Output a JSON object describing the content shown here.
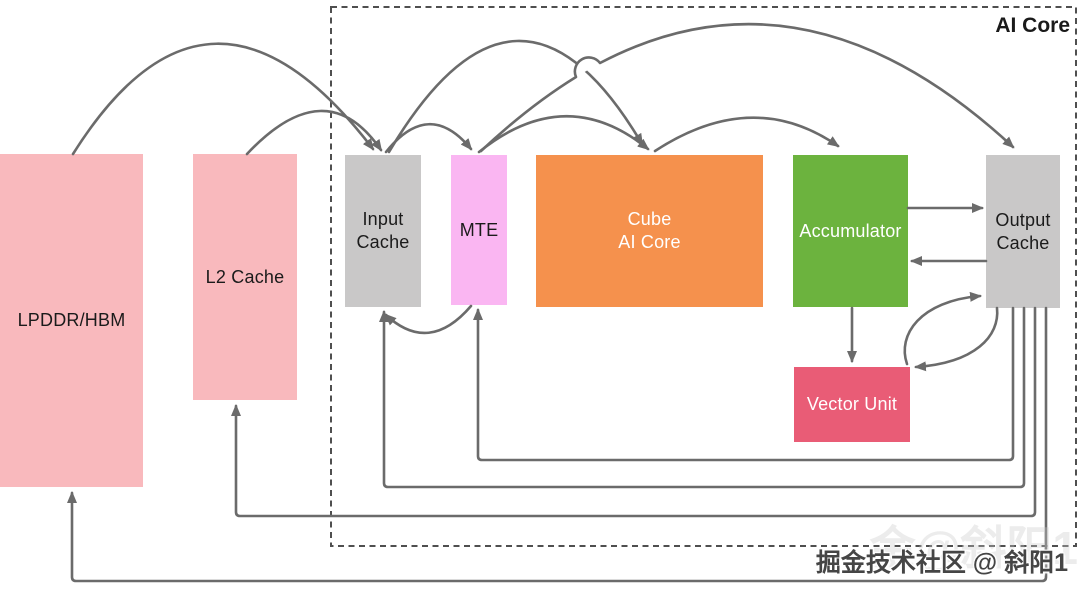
{
  "frame": {
    "label": "AI Core"
  },
  "colors": {
    "arrow": "#6b6b6b",
    "border": "#4f4f4f",
    "pink": "#f9b9bd",
    "gray": "#c9c8c8",
    "magenta": "#fab6f2",
    "orange": "#f5914d",
    "green": "#6cb33e",
    "rose": "#e95c76"
  },
  "blocks": [
    {
      "id": "lpddr-hbm",
      "lines": [
        "LPDDR/HBM"
      ],
      "color": "#f9b9bd",
      "text": "#1b1b1b"
    },
    {
      "id": "l2-cache",
      "lines": [
        "L2 Cache"
      ],
      "color": "#f9b9bd",
      "text": "#1b1b1b"
    },
    {
      "id": "input-cache",
      "lines": [
        "Input",
        "Cache"
      ],
      "color": "#c9c8c8",
      "text": "#1b1b1b"
    },
    {
      "id": "mte",
      "lines": [
        "MTE"
      ],
      "color": "#fab6f2",
      "text": "#1b1b1b"
    },
    {
      "id": "cube-ai-core",
      "lines": [
        "Cube",
        "AI Core"
      ],
      "color": "#f5914d",
      "text": "#ffffff"
    },
    {
      "id": "accumulator",
      "lines": [
        "Accumulator"
      ],
      "color": "#6cb33e",
      "text": "#ffffff"
    },
    {
      "id": "output-cache",
      "lines": [
        "Output",
        "Cache"
      ],
      "color": "#c9c8c8",
      "text": "#1b1b1b"
    },
    {
      "id": "vector-unit",
      "lines": [
        "Vector Unit"
      ],
      "color": "#e95c76",
      "text": "#ffffff"
    }
  ],
  "arrows": [
    {
      "from": "LPDDR/HBM",
      "to": "Input Cache"
    },
    {
      "from": "L2 Cache",
      "to": "Input Cache"
    },
    {
      "from": "Input Cache",
      "to": "MTE"
    },
    {
      "from": "Input Cache",
      "to": "Cube AI Core"
    },
    {
      "from": "MTE",
      "to": "Cube AI Core"
    },
    {
      "from": "MTE",
      "to": "Output Cache"
    },
    {
      "from": "Cube AI Core",
      "to": "Accumulator"
    },
    {
      "from": "Accumulator",
      "to": "Output Cache"
    },
    {
      "from": "Output Cache",
      "to": "Accumulator"
    },
    {
      "from": "Accumulator",
      "to": "Vector Unit"
    },
    {
      "from": "Vector Unit",
      "to": "Output Cache"
    },
    {
      "from": "Output Cache",
      "to": "Vector Unit"
    },
    {
      "from": "MTE",
      "to": "Input Cache"
    },
    {
      "from": "Output Cache",
      "to": "MTE"
    },
    {
      "from": "Output Cache",
      "to": "Input Cache"
    },
    {
      "from": "Output Cache",
      "to": "L2 Cache"
    },
    {
      "from": "Output Cache",
      "to": "LPDDR/HBM"
    }
  ],
  "watermark": {
    "text": "掘金技术社区 @ 斜阳1",
    "ghost": "金@斜阳1"
  }
}
